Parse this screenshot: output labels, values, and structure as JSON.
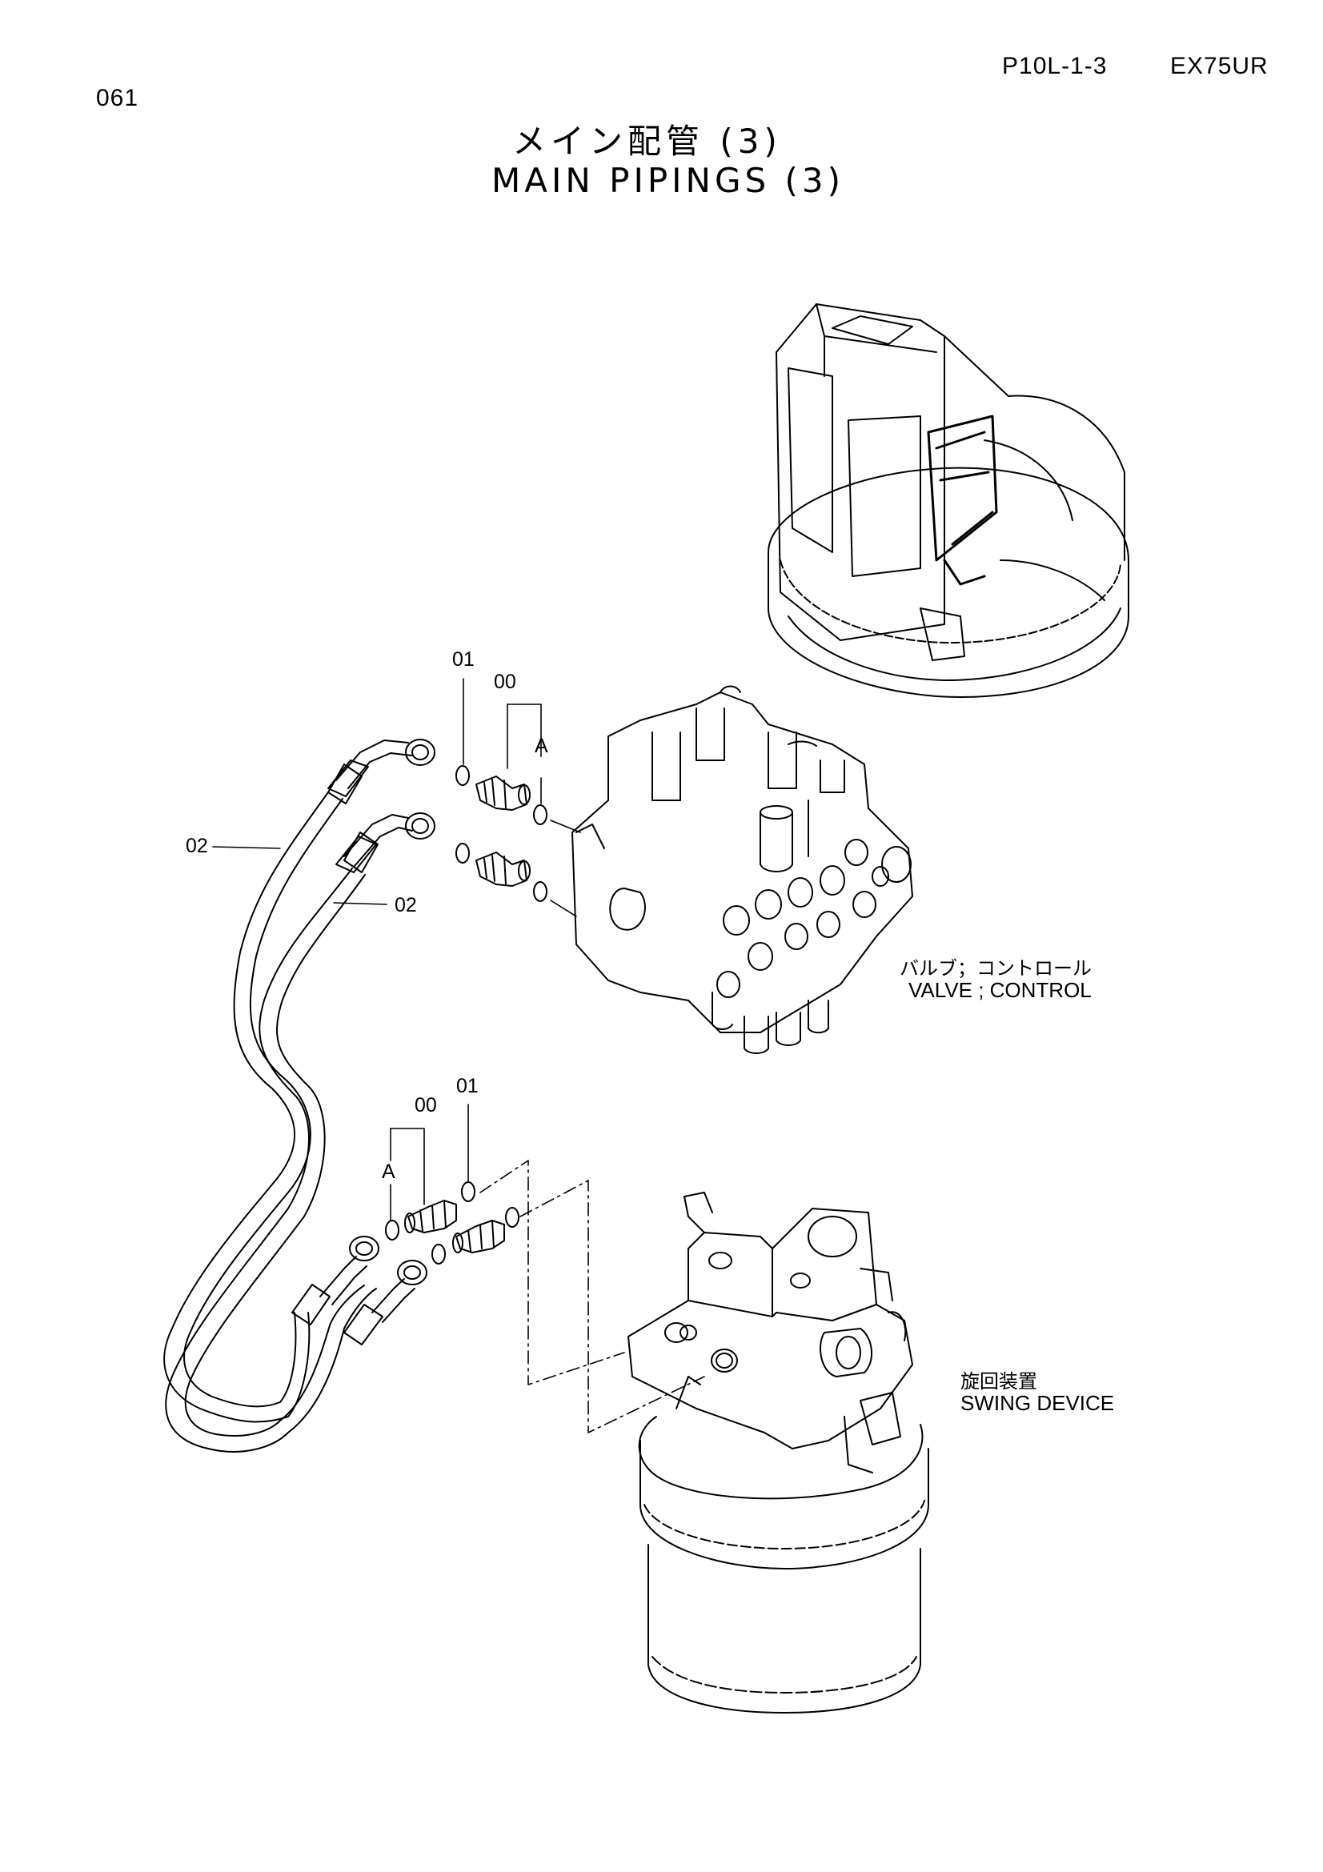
{
  "header": {
    "page_code": "P10L-1-3",
    "model": "EX75UR",
    "page_number": "061"
  },
  "title": {
    "japanese": "メイン配管 (3)",
    "english": "MAIN PIPINGS (3)"
  },
  "callouts": {
    "upper_01": "01",
    "upper_00": "00",
    "upper_a": "A",
    "hose_02_left": "02",
    "hose_02_right": "02",
    "lower_00": "00",
    "lower_01": "01",
    "lower_a": "A"
  },
  "components": {
    "control_valve": {
      "japanese": "バルブ；コントロール",
      "english": "VALVE ; CONTROL"
    },
    "swing_device": {
      "japanese": "旋回装置",
      "english": "SWING DEVICE"
    }
  },
  "icons": [
    "excavator-upperstructure-icon",
    "control-valve-icon",
    "swing-device-icon",
    "hose-assembly-icon",
    "adapter-fitting-icon",
    "o-ring-icon"
  ],
  "colors": {
    "ink": "#000000",
    "paper": "#ffffff"
  }
}
